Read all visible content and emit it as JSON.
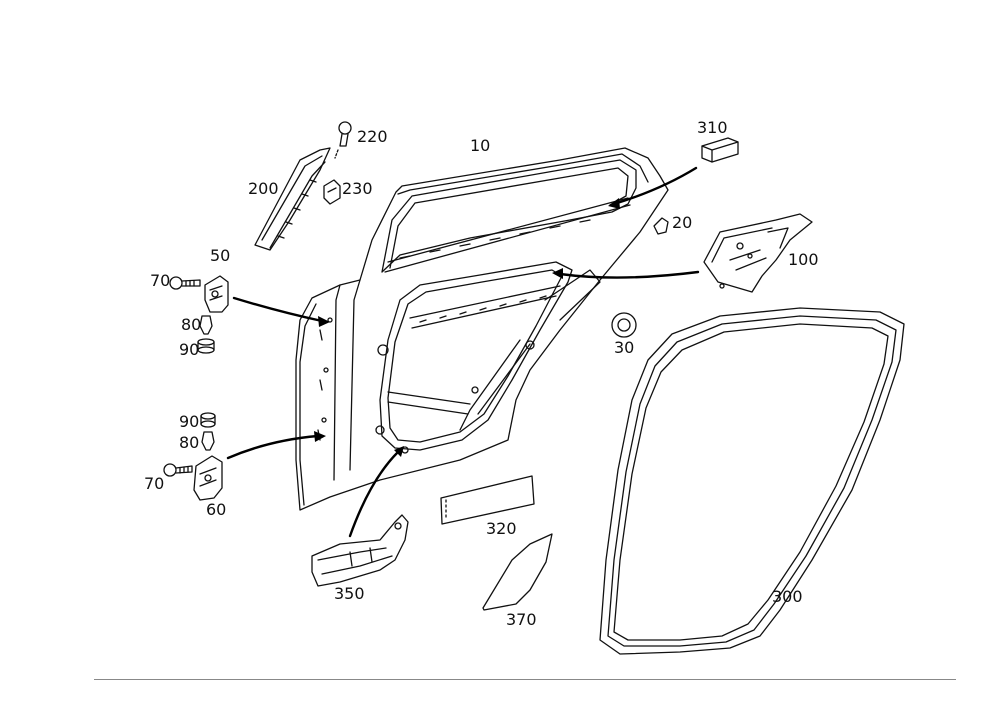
{
  "labels": {
    "p10": "10",
    "p20": "20",
    "p30": "30",
    "p50": "50",
    "p60": "60",
    "p70a": "70",
    "p70b": "70",
    "p80a": "80",
    "p80b": "80",
    "p90a": "90",
    "p90b": "90",
    "p100": "100",
    "p200": "200",
    "p220": "220",
    "p230": "230",
    "p300": "300",
    "p310": "310",
    "p320": "320",
    "p350": "350",
    "p370": "370"
  }
}
